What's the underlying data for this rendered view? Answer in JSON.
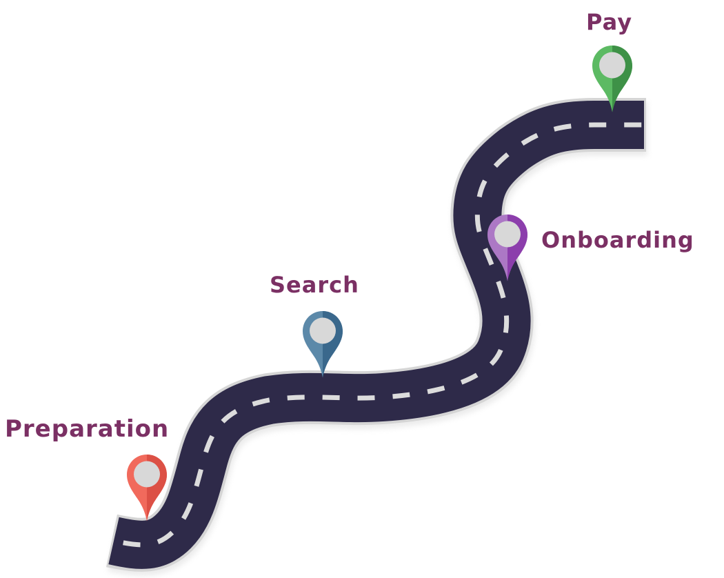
{
  "diagram": {
    "type": "journey-roadmap",
    "background_color": "#FFFFFF",
    "road": {
      "surface_color": "#2E2A49",
      "casing_color": "#D5D5D5",
      "dash_color": "#DCDCDC"
    },
    "label_color": "#7B3064",
    "pin_inner_color": "#D8D8D8",
    "milestones": [
      {
        "id": "preparation",
        "label": "Preparation",
        "order": 1,
        "pin_colors": {
          "light": "#F16A5C",
          "dark": "#DC5045"
        }
      },
      {
        "id": "search",
        "label": "Search",
        "order": 2,
        "pin_colors": {
          "light": "#5C89A9",
          "dark": "#3A688C"
        }
      },
      {
        "id": "onboarding",
        "label": "Onboarding",
        "order": 3,
        "pin_colors": {
          "light": "#AC78C5",
          "dark": "#8C3EAC"
        }
      },
      {
        "id": "pay",
        "label": "Pay",
        "order": 4,
        "pin_colors": {
          "light": "#5CBA63",
          "dark": "#3E9147"
        }
      }
    ]
  }
}
